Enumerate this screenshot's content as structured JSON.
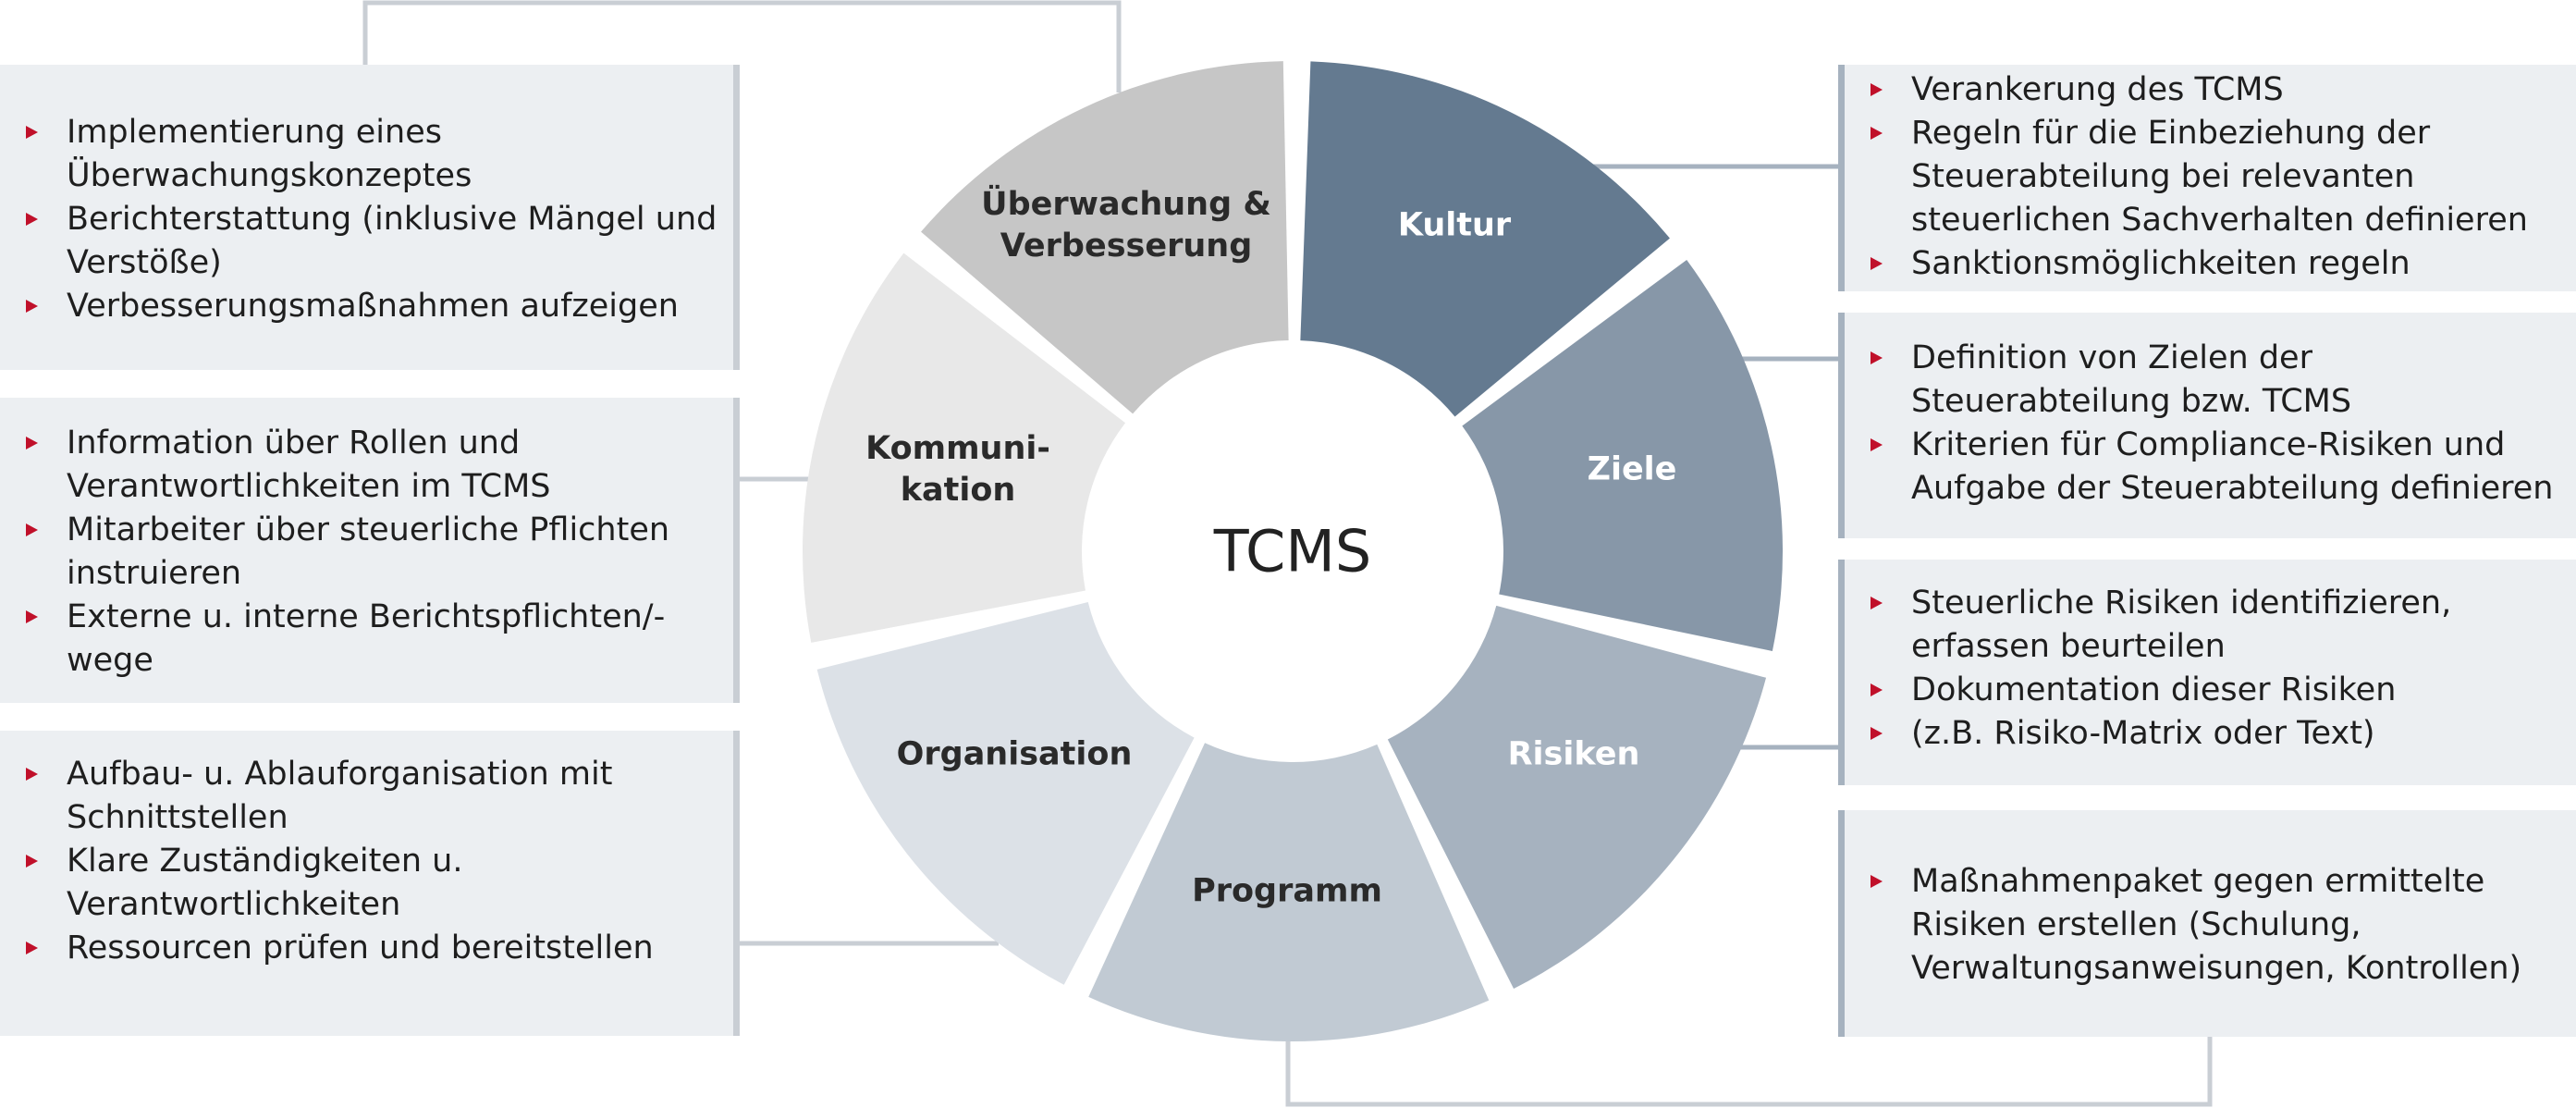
{
  "center_label": "TCMS",
  "segments": [
    {
      "key": "kultur",
      "label": "Kultur",
      "fill": "#647a90",
      "text_color": "#ffffff"
    },
    {
      "key": "ziele",
      "label": "Ziele",
      "fill": "#8797a8",
      "text_color": "#ffffff"
    },
    {
      "key": "risiken",
      "label": "Risiken",
      "fill": "#a6b2bf",
      "text_color": "#ffffff"
    },
    {
      "key": "programm",
      "label": "Programm",
      "fill": "#c1cad3",
      "text_color": "#2a2a2a"
    },
    {
      "key": "organisation",
      "label": "Organisation",
      "fill": "#dce1e7",
      "text_color": "#2a2a2a"
    },
    {
      "key": "kommunikation",
      "label": "Kommuni-\nkation",
      "fill": "#e8e8e8",
      "text_color": "#2a2a2a"
    },
    {
      "key": "ueberwachung",
      "label": "Überwachung &\nVerbesserung",
      "fill": "#c6c6c6",
      "text_color": "#2a2a2a"
    }
  ],
  "boxes": {
    "ueberwachung": [
      "Implementierung eines Überwachungskonzeptes",
      "Berichterstattung (inklusive Mängel und Verstöße)",
      "Verbesserungsmaßnahmen aufzeigen"
    ],
    "kommunikation": [
      "Information über Rollen und Verantwortlichkeiten im TCMS",
      "Mitarbeiter über steuerliche Pflichten instruieren",
      "Externe u. interne Berichtspflichten/-wege"
    ],
    "organisation": [
      "Aufbau- u. Ablauforganisation mit Schnittstellen",
      "Klare Zuständigkeiten u. Verantwortlichkeiten",
      "Ressourcen prüfen und bereitstellen"
    ],
    "kultur": [
      "Verankerung des TCMS",
      "Regeln für die Einbeziehung der Steuerabteilung bei relevanten steuerlichen Sachverhalten definieren",
      "Sanktionsmöglichkeiten regeln"
    ],
    "ziele": [
      "Definition von Zielen der Steuerabteilung bzw. TCMS",
      "Kriterien für Compliance-Risiken und Aufgabe der Steuerabteilung definieren"
    ],
    "risiken": [
      "Steuerliche Risiken identifizieren, erfassen beurteilen",
      "Dokumentation dieser Risiken",
      "(z.B. Risiko-Matrix oder Text)"
    ],
    "programm": [
      "Maßnahmenpaket gegen ermittelte Risiken erstellen (Schulung, Verwaltungsanweisungen, Kontrollen)"
    ]
  },
  "colors": {
    "bullet": "#c0102a",
    "connector": "#c9ced4",
    "connector_right": "#a6b2bf",
    "box_bg": "#eceff2"
  }
}
